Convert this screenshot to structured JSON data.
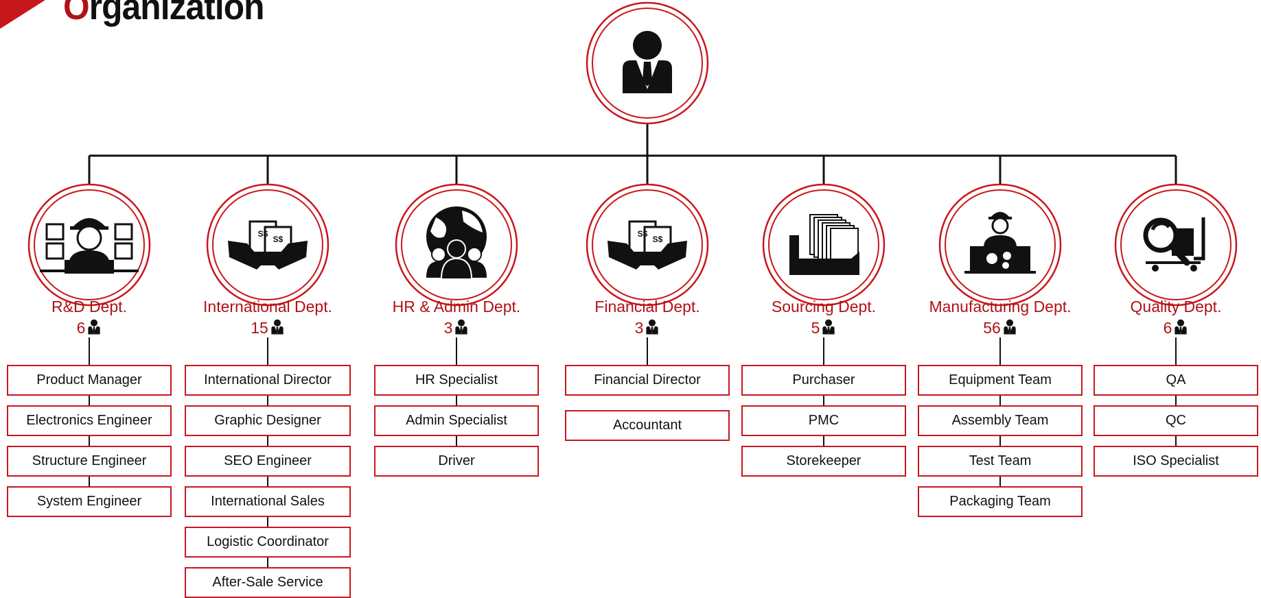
{
  "header": {
    "title_first_letter": "O",
    "title_rest": "rganization",
    "accent_color": "#b11116",
    "ring_color": "#c8161d",
    "line_color": "#111111"
  },
  "root": {
    "icon": "person-icon"
  },
  "departments": [
    {
      "name": "R&D Dept.",
      "count": "6",
      "icon": "engineer-icon",
      "roles": [
        "Product Manager",
        "Electronics Engineer",
        "Structure Engineer",
        "System Engineer"
      ]
    },
    {
      "name": "International Dept.",
      "count": "15",
      "icon": "handshake-icon",
      "roles": [
        "International Director",
        "Graphic Designer",
        "SEO Engineer",
        "International Sales",
        "Logistic Coordinator",
        "After-Sale Service"
      ]
    },
    {
      "name": "HR & Admin Dept.",
      "count": "3",
      "icon": "globe-team-icon",
      "roles": [
        "HR Specialist",
        "Admin Specialist",
        "Driver"
      ]
    },
    {
      "name": "Financial Dept.",
      "count": "3",
      "icon": "handshake-icon",
      "roles": [
        "Financial Director",
        "Accountant"
      ]
    },
    {
      "name": "Sourcing Dept.",
      "count": "5",
      "icon": "file-tray-icon",
      "roles": [
        "Purchaser",
        "PMC",
        "Storekeeper"
      ]
    },
    {
      "name": "Manufacturing Dept.",
      "count": "56",
      "icon": "worker-machine-icon",
      "roles": [
        "Equipment Team",
        "Assembly Team",
        "Test Team",
        "Packaging Team"
      ]
    },
    {
      "name": "Quality Dept.",
      "count": "6",
      "icon": "inspection-icon",
      "roles": [
        "QA",
        "QC",
        "ISO Specialist"
      ]
    }
  ]
}
